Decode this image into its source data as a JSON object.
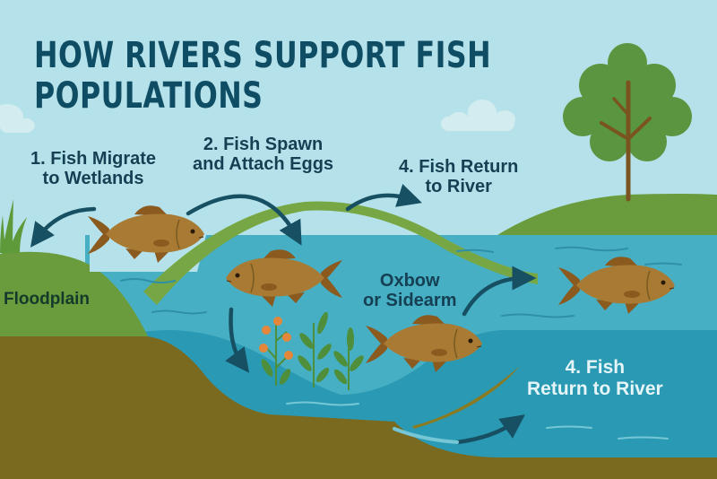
{
  "title": {
    "line1": "HOW RIVERS SUPPORT FISH",
    "line2": "POPULATIONS"
  },
  "labels": {
    "step1": {
      "line1": "1. Fish Migrate",
      "line2": "to Wetlands"
    },
    "step2": {
      "line1": "2. Fish Spawn",
      "line2": "and Attach Eggs"
    },
    "step4_upper": {
      "line1": "4. Fish Return",
      "line2": "to River"
    },
    "floodplain": "Floodplain",
    "oxbow": {
      "line1": "Oxbow",
      "line2": "or Sidearm"
    },
    "step4_lower": {
      "line1": "4. Fish",
      "line2": "Return to River"
    }
  },
  "icons": [
    "cloud-icon",
    "tree-icon",
    "fish-icon",
    "grass-icon",
    "aquatic-plant-icon",
    "curved-arrow-icon"
  ],
  "colors": {
    "sky": "#b5e2ea",
    "title": "#0f4d64",
    "label_text": "#153f52",
    "grass": "#6a9c3d",
    "soil": "#7a6a20",
    "water_light": "#47afc4",
    "water_deep": "#2a9ab4",
    "fish_body": "#a87a33",
    "fish_fin": "#8a5a1f",
    "arrow": "#174f63",
    "tree_canopy": "#5a9640",
    "tree_trunk": "#7a5420",
    "flower": "#e5873a",
    "cloud": "#d3ecef"
  }
}
